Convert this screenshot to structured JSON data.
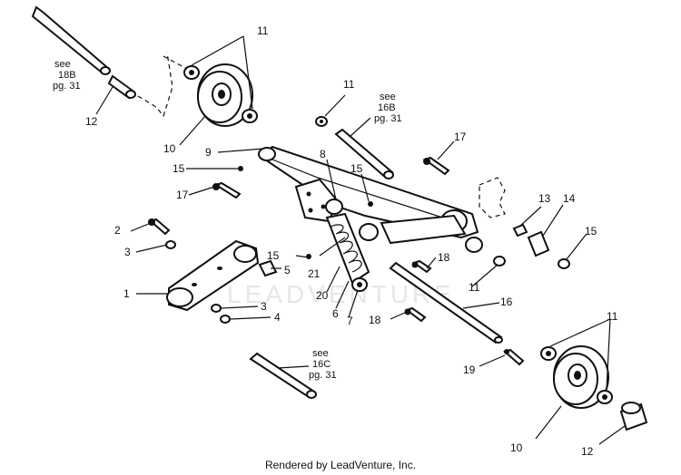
{
  "watermark": "LEADVENTURE",
  "footer": "Rendered by LeadVenture, Inc.",
  "callouts": {
    "c1": "1",
    "c2": "2",
    "c3a": "3",
    "c3b": "3",
    "c4": "4",
    "c5": "5",
    "c6": "6",
    "c7": "7",
    "c8": "8",
    "c9": "9",
    "c10a": "10",
    "c10b": "10",
    "c11a": "11",
    "c11b": "11",
    "c11c": "11",
    "c11d": "11",
    "c12a": "12",
    "c12b": "12",
    "c13": "13",
    "c14": "14",
    "c15a": "15",
    "c15b": "15",
    "c15c": "15",
    "c15d": "15",
    "c16": "16",
    "c17a": "17",
    "c17b": "17",
    "c18a": "18",
    "c18b": "18",
    "c19": "19",
    "c20": "20",
    "c21": "21"
  },
  "refs": {
    "ref18b": {
      "see": "see",
      "code": "18B",
      "page": "pg. 31"
    },
    "ref16b": {
      "see": "see",
      "code": "16B",
      "page": "pg. 31"
    },
    "ref16c": {
      "see": "see",
      "code": "16C",
      "page": "pg. 31"
    }
  }
}
